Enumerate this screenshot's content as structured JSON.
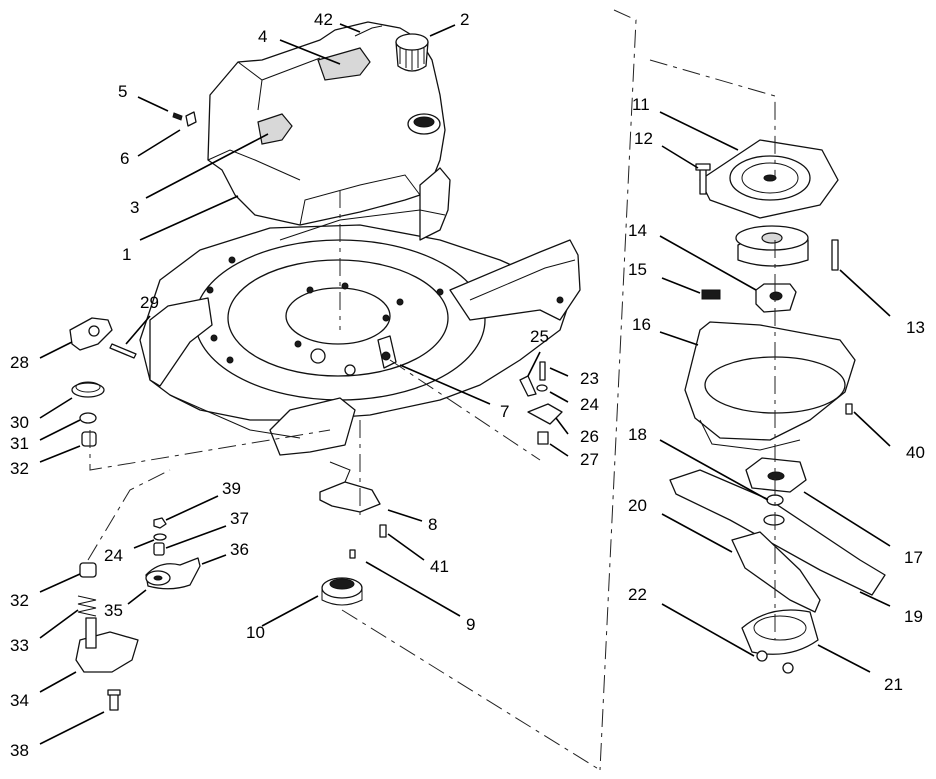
{
  "callouts": [
    {
      "id": "c1",
      "text": "1"
    },
    {
      "id": "c2",
      "text": "2"
    },
    {
      "id": "c3",
      "text": "3"
    },
    {
      "id": "c4",
      "text": "4"
    },
    {
      "id": "c5",
      "text": "5"
    },
    {
      "id": "c6",
      "text": "6"
    },
    {
      "id": "c7",
      "text": "7"
    },
    {
      "id": "c8",
      "text": "8"
    },
    {
      "id": "c9",
      "text": "9"
    },
    {
      "id": "c10",
      "text": "10"
    },
    {
      "id": "c11",
      "text": "11"
    },
    {
      "id": "c12",
      "text": "12"
    },
    {
      "id": "c13",
      "text": "13"
    },
    {
      "id": "c14",
      "text": "14"
    },
    {
      "id": "c15",
      "text": "15"
    },
    {
      "id": "c16",
      "text": "16"
    },
    {
      "id": "c17",
      "text": "17"
    },
    {
      "id": "c18",
      "text": "18"
    },
    {
      "id": "c19",
      "text": "19"
    },
    {
      "id": "c20",
      "text": "20"
    },
    {
      "id": "c21",
      "text": "21"
    },
    {
      "id": "c22",
      "text": "22"
    },
    {
      "id": "c23",
      "text": "23"
    },
    {
      "id": "c24a",
      "text": "24"
    },
    {
      "id": "c24b",
      "text": "24"
    },
    {
      "id": "c25",
      "text": "25"
    },
    {
      "id": "c26",
      "text": "26"
    },
    {
      "id": "c27",
      "text": "27"
    },
    {
      "id": "c28",
      "text": "28"
    },
    {
      "id": "c29",
      "text": "29"
    },
    {
      "id": "c30",
      "text": "30"
    },
    {
      "id": "c31",
      "text": "31"
    },
    {
      "id": "c32a",
      "text": "32"
    },
    {
      "id": "c32b",
      "text": "32"
    },
    {
      "id": "c33",
      "text": "33"
    },
    {
      "id": "c34",
      "text": "34"
    },
    {
      "id": "c35",
      "text": "35"
    },
    {
      "id": "c36",
      "text": "36"
    },
    {
      "id": "c37",
      "text": "37"
    },
    {
      "id": "c38",
      "text": "38"
    },
    {
      "id": "c39",
      "text": "39"
    },
    {
      "id": "c40",
      "text": "40"
    },
    {
      "id": "c41",
      "text": "41"
    },
    {
      "id": "c42",
      "text": "42"
    }
  ]
}
